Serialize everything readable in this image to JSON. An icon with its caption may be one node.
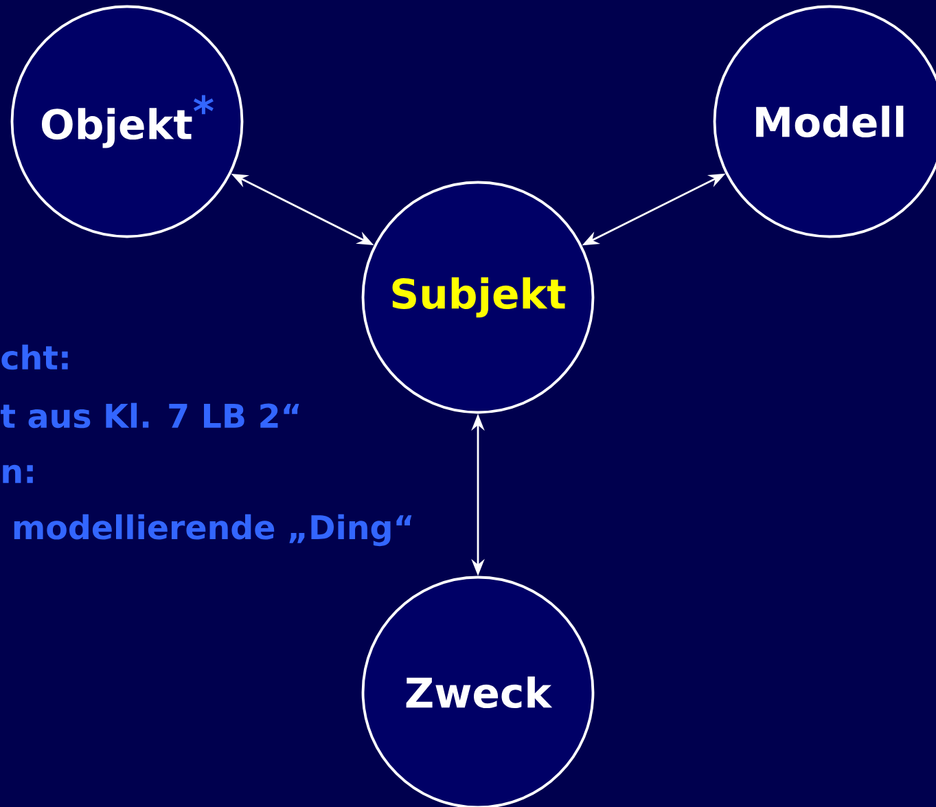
{
  "diagram": {
    "nodes": [
      {
        "text": [
          "Objekt",
          "*"
        ]
      },
      {
        "text": [
          "Modell"
        ]
      },
      {
        "text": [
          "Subjekt"
        ]
      },
      {
        "text": [
          "Zweck"
        ]
      }
    ],
    "edges": [
      {
        "from": 0,
        "to": 2,
        "arrow": "both"
      },
      {
        "from": 1,
        "to": 2,
        "arrow": "both"
      },
      {
        "from": 2,
        "to": 3,
        "arrow": "both"
      }
    ],
    "labels": [
      "cht:",
      "t aus Kl. 7 LB 2“",
      "n:",
      " modellierende „Ding“"
    ]
  }
}
